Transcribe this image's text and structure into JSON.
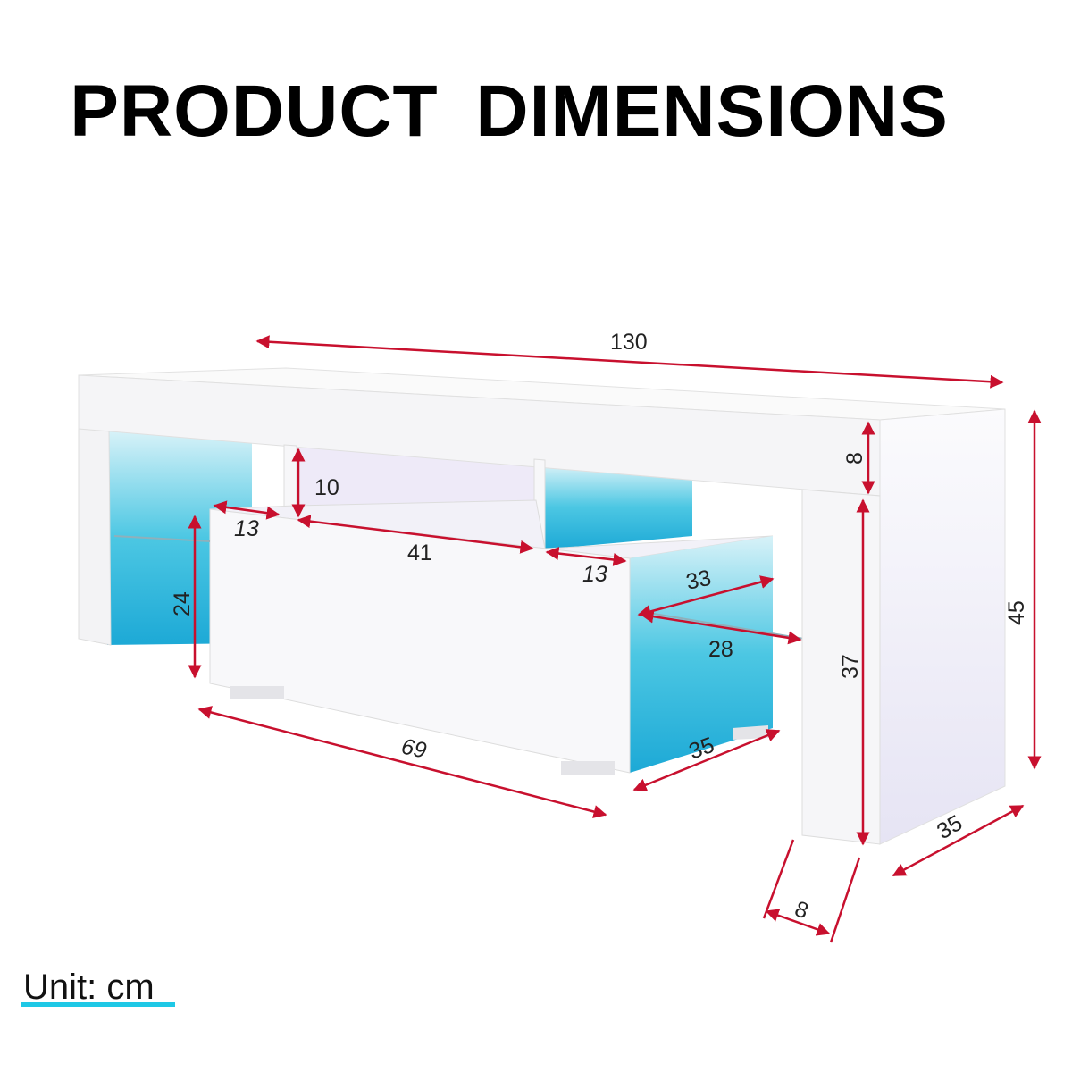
{
  "title": "PRODUCT  DIMENSIONS",
  "unit_label": "Unit: cm",
  "colors": {
    "arrow": "#c8102e",
    "led": "#1ec8e6",
    "body": "#f4f4f6"
  },
  "dimensions": {
    "total_width": "130",
    "top_thickness": "8",
    "total_height": "45",
    "shelf_height": "10",
    "side_gap_left": "13",
    "middle_width": "41",
    "side_gap_right": "13",
    "shelf_depth": "33",
    "glass_width": "28",
    "lower_height": "24",
    "cabinet_width": "69",
    "cabinet_depth": "35",
    "leg_height": "37",
    "leg_width": "8",
    "total_depth": "35"
  }
}
